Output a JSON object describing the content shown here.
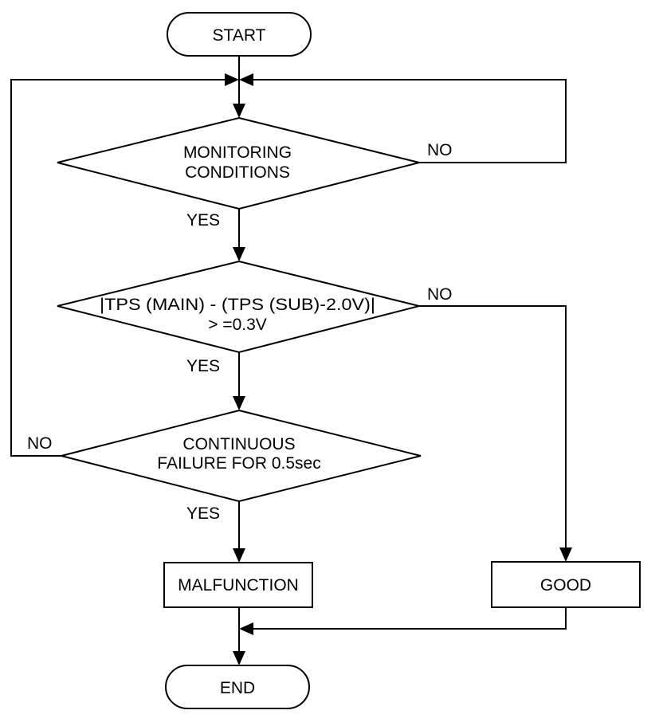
{
  "flowchart": {
    "start": "START",
    "end": "END",
    "decision_1": {
      "line1": "MONITORING",
      "line2": "CONDITIONS"
    },
    "decision_2": {
      "line1": "|TPS (MAIN) - (TPS (SUB)-2.0V)|",
      "line2": "> =0.3V"
    },
    "decision_3": {
      "line1": "CONTINUOUS",
      "line2": "FAILURE FOR 0.5sec"
    },
    "malfunction": "MALFUNCTION",
    "good": "GOOD",
    "labels": {
      "yes": "YES",
      "no": "NO"
    }
  }
}
